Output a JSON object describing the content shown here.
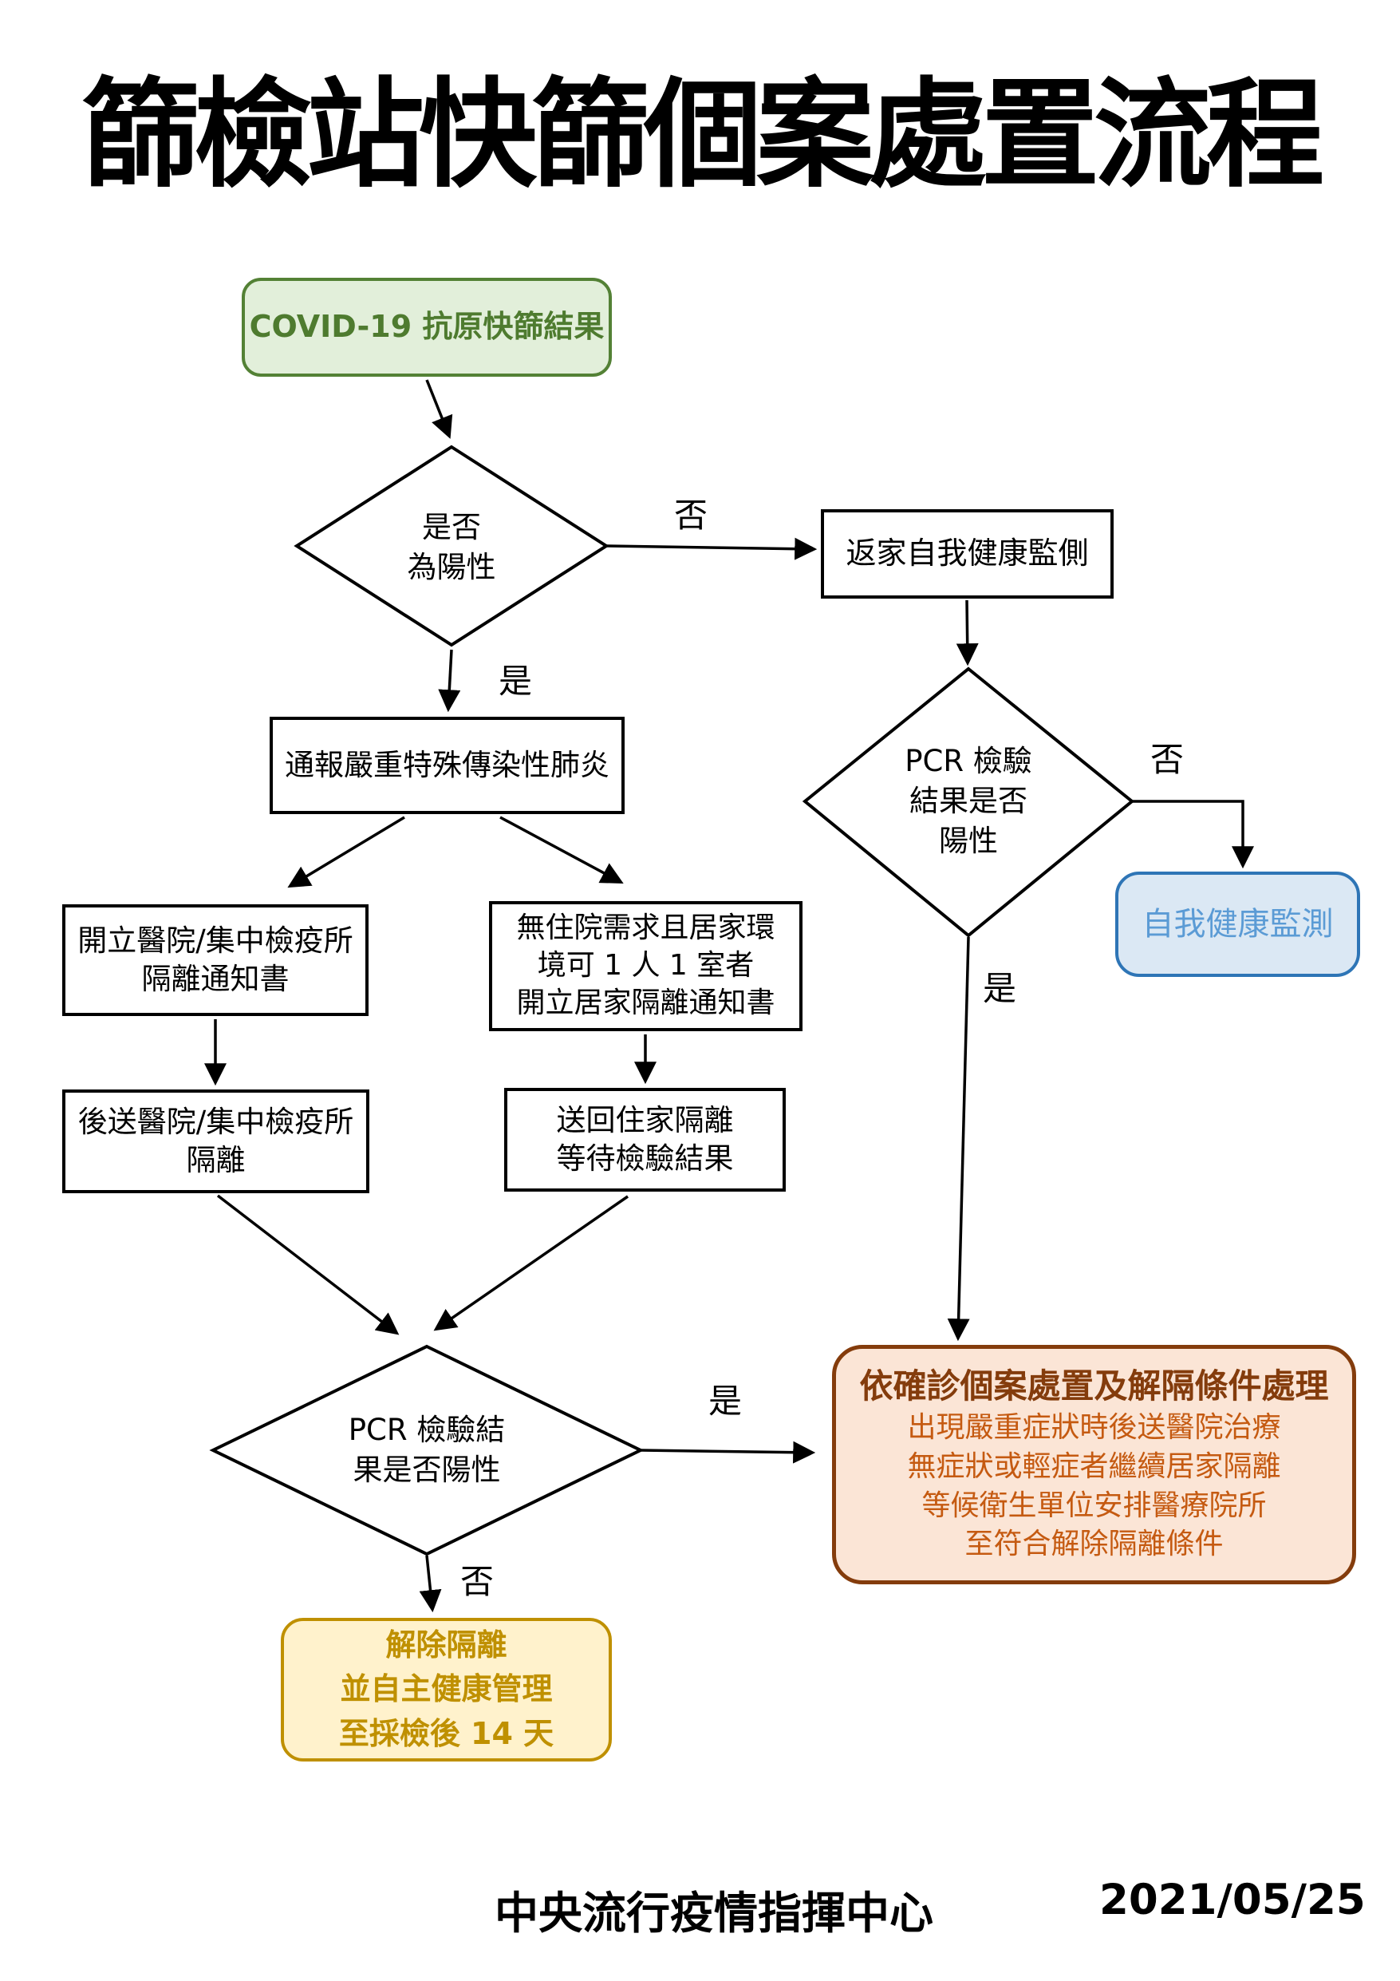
{
  "title": "篩檢站快篩個案處置流程",
  "nodes": {
    "start": "COVID-19 抗原快篩結果",
    "rapid_positive_decision": "是否\n為陽性",
    "return_home": "返家自我健康監側",
    "pcr_decision_right": "PCR 檢驗\n結果是否\n陽性",
    "self_health_monitor": "自我健康監測",
    "notify": "通報嚴重特殊傳染性肺炎",
    "hospital_notice": "開立醫院/集中檢疫所\n隔離通知書",
    "home_notice": "無住院需求且居家環\n境可 1 人 1 室者\n開立居家隔離通知書",
    "hospital_transfer": "後送醫院/集中檢疫所\n隔離",
    "home_wait": "送回住家隔離\n等待檢驗結果",
    "pcr_decision_bottom": "PCR 檢驗結\n果是否陽性",
    "confirmed_title": "依確診個案處置及解隔條件處理",
    "confirmed_line1": "出現嚴重症狀時後送醫院治療",
    "confirmed_line2": "無症狀或輕症者繼續居家隔離",
    "confirmed_line3": "等候衛生單位安排醫療院所",
    "confirmed_line4": "至符合解除隔離條件",
    "release": "解除隔離\n並自主健康管理\n至採檢後 14 天"
  },
  "edge_labels": {
    "rapid_no": "否",
    "rapid_yes": "是",
    "pcr_right_no": "否",
    "pcr_right_yes": "是",
    "pcr_bottom_yes": "是",
    "pcr_bottom_no": "否"
  },
  "footer": {
    "org": "中央流行疫情指揮中心",
    "date": "2021/05/25"
  },
  "colors": {
    "start_fill": "#e2efda",
    "start_border": "#538135",
    "start_text": "#4e7b2f",
    "monitor_fill": "#dbe8f4",
    "monitor_border": "#2e75b6",
    "monitor_text": "#5b9bd5",
    "confirmed_fill": "#fbe5d6",
    "confirmed_border": "#843c0c",
    "confirmed_title_text": "#843c0c",
    "confirmed_body_text": "#c55a11",
    "release_fill": "#fff2cc",
    "release_border": "#bf9000",
    "release_text": "#bf9000",
    "line": "#000000"
  }
}
